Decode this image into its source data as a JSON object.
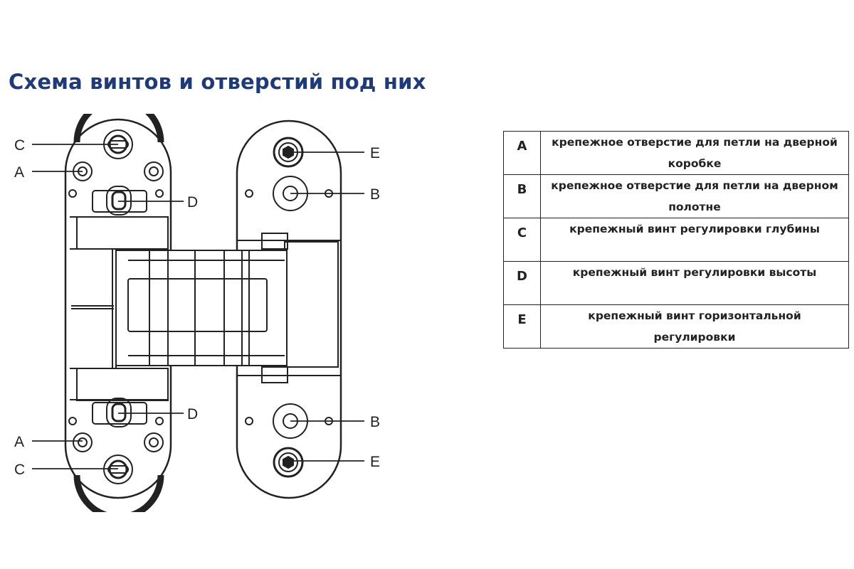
{
  "title": "Схема винтов и отверстий под них",
  "diagram": {
    "callouts": {
      "left_top": [
        "C",
        "A",
        "D"
      ],
      "left_bottom": [
        "D",
        "A",
        "C"
      ],
      "right_top": [
        "E",
        "B"
      ],
      "right_bottom": [
        "B",
        "E"
      ]
    }
  },
  "legend": [
    {
      "key": "A",
      "text": "крепежное отверстие для петли на дверной коробке"
    },
    {
      "key": "B",
      "text": "крепежное отверстие для петли на дверном полотне"
    },
    {
      "key": "C",
      "text": "крепежный винт регулировки глубины"
    },
    {
      "key": "D",
      "text": "крепежный винт регулировки высоты"
    },
    {
      "key": "E",
      "text": "крепежный винт горизонтальной регулировки"
    }
  ]
}
